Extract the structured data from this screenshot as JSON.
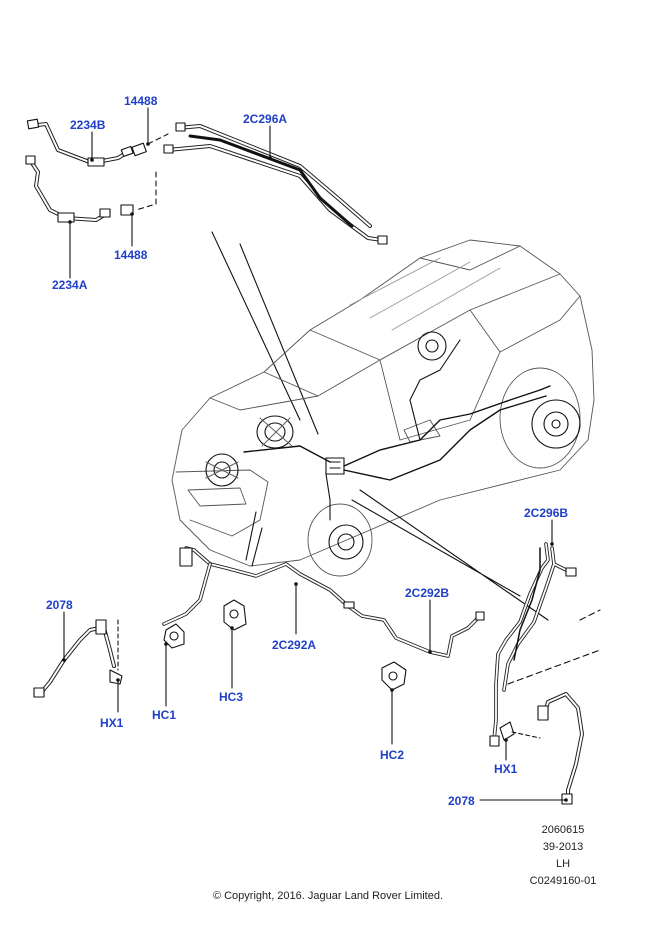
{
  "labels": {
    "l14488_top": "14488",
    "l2234B": "2234B",
    "l2C296A": "2C296A",
    "l2234A": "2234A",
    "l14488_bottom": "14488",
    "l2C296B": "2C296B",
    "l2078_left": "2078",
    "l2C292B": "2C292B",
    "l2C292A": "2C292A",
    "lHX1_left": "HX1",
    "lHC1": "HC1",
    "lHC3": "HC3",
    "lHC2": "HC2",
    "lHX1_right": "HX1",
    "l2078_right": "2078"
  },
  "reference": {
    "line1": "2060615",
    "line2": "39-2013",
    "line3": "LH",
    "line4": "C0249160-01"
  },
  "copyright": "© Copyright, 2016. Jaguar Land Rover Limited.",
  "colors": {
    "label": "#1f3fc8",
    "line": "#111111"
  }
}
